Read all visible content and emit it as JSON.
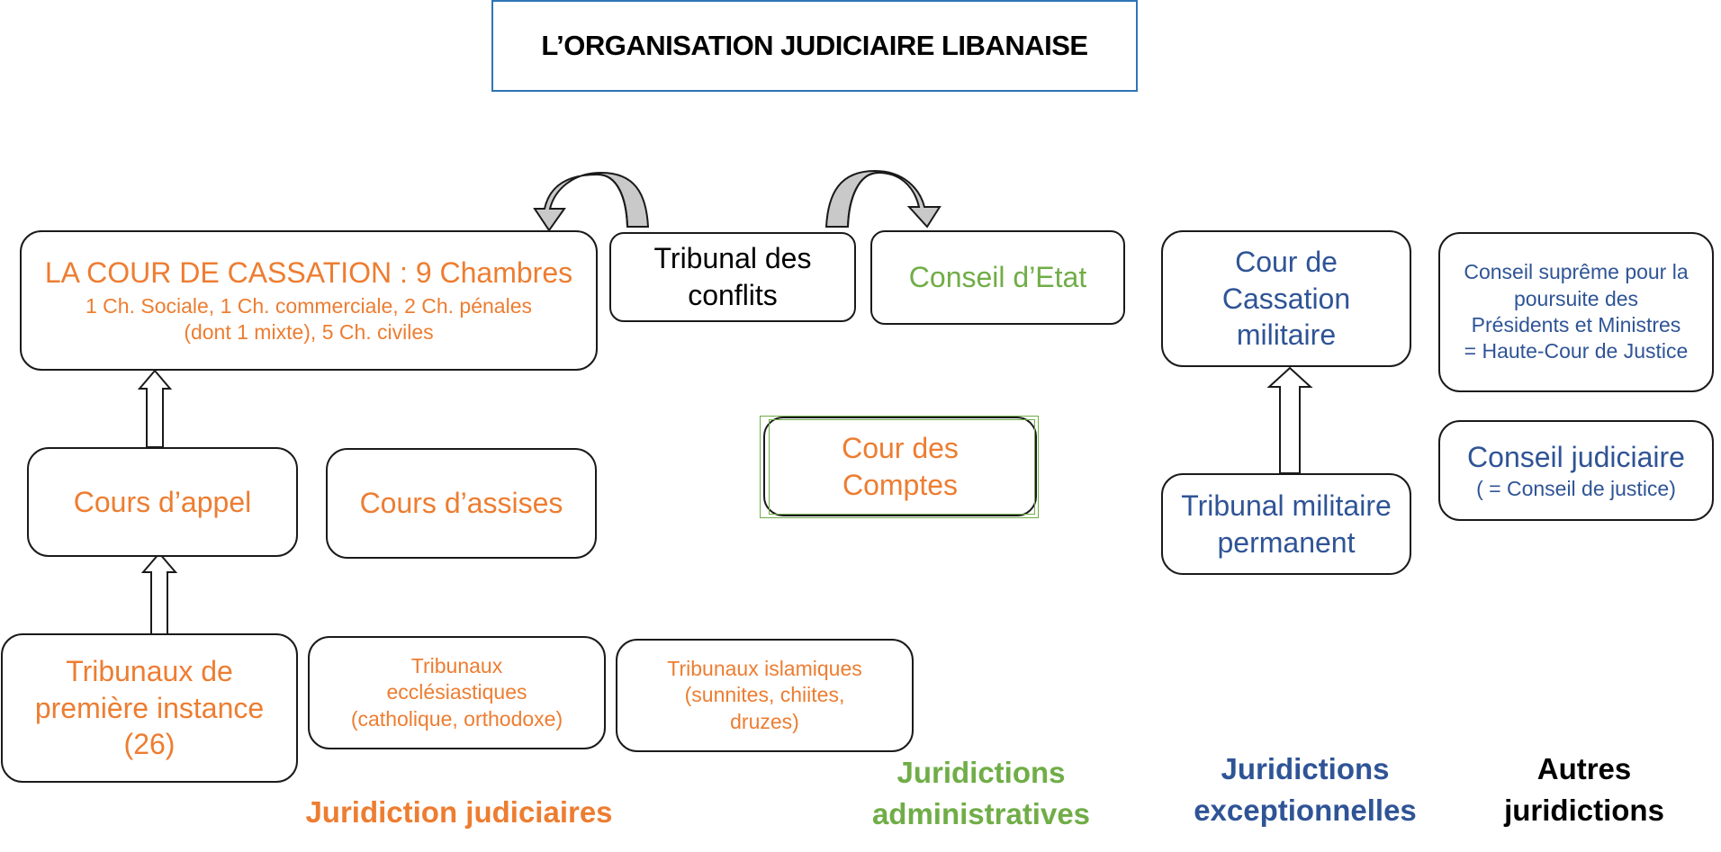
{
  "title": "L’ORGANISATION JUDICIAIRE LIBANAISE",
  "judiciaire": {
    "cassation_title": "LA COUR DE CASSATION : 9 Chambres",
    "cassation_line1": "1 Ch. Sociale, 1 Ch. commerciale, 2 Ch. pénales",
    "cassation_line2": "(dont 1 mixte), 5 Ch. civiles",
    "appel": "Cours d’appel",
    "assises": "Cours d’assises",
    "premiere_l1": "Tribunaux de",
    "premiere_l2": "première instance",
    "premiere_l3": "(26)",
    "eccl_l1": "Tribunaux",
    "eccl_l2": "ecclésiastiques",
    "eccl_l3": "(catholique, orthodoxe)",
    "islam_l1": "Tribunaux islamiques",
    "islam_l2": "(sunnites, chiites,",
    "islam_l3": "druzes)",
    "label": "Juridiction judiciaires"
  },
  "conflits": {
    "l1": "Tribunal des",
    "l2": "conflits"
  },
  "administrative": {
    "conseil_etat": "Conseil d’Etat",
    "comptes_l1": "Cour des",
    "comptes_l2": "Comptes",
    "label_l1": "Juridictions",
    "label_l2": "administratives"
  },
  "exceptionnelles": {
    "cass_mil_l1": "Cour de",
    "cass_mil_l2": "Cassation",
    "cass_mil_l3": "militaire",
    "trib_mil_l1": "Tribunal militaire",
    "trib_mil_l2": "permanent",
    "label_l1": "Juridictions",
    "label_l2": "exceptionnelles"
  },
  "autres": {
    "supreme_l1": "Conseil suprême pour la",
    "supreme_l2": "poursuite des",
    "supreme_l3": "Présidents et Ministres",
    "supreme_l4": "= Haute-Cour de Justice",
    "judiciaire_l1": "Conseil judiciaire",
    "judiciaire_l2": "( = Conseil de justice)",
    "label_l1": "Autres",
    "label_l2": "juridictions"
  },
  "colors": {
    "judiciaire": "#ed7d31",
    "administrative": "#70ad47",
    "exceptionnelle": "#2f5496",
    "title_border": "#2e75b6"
  }
}
